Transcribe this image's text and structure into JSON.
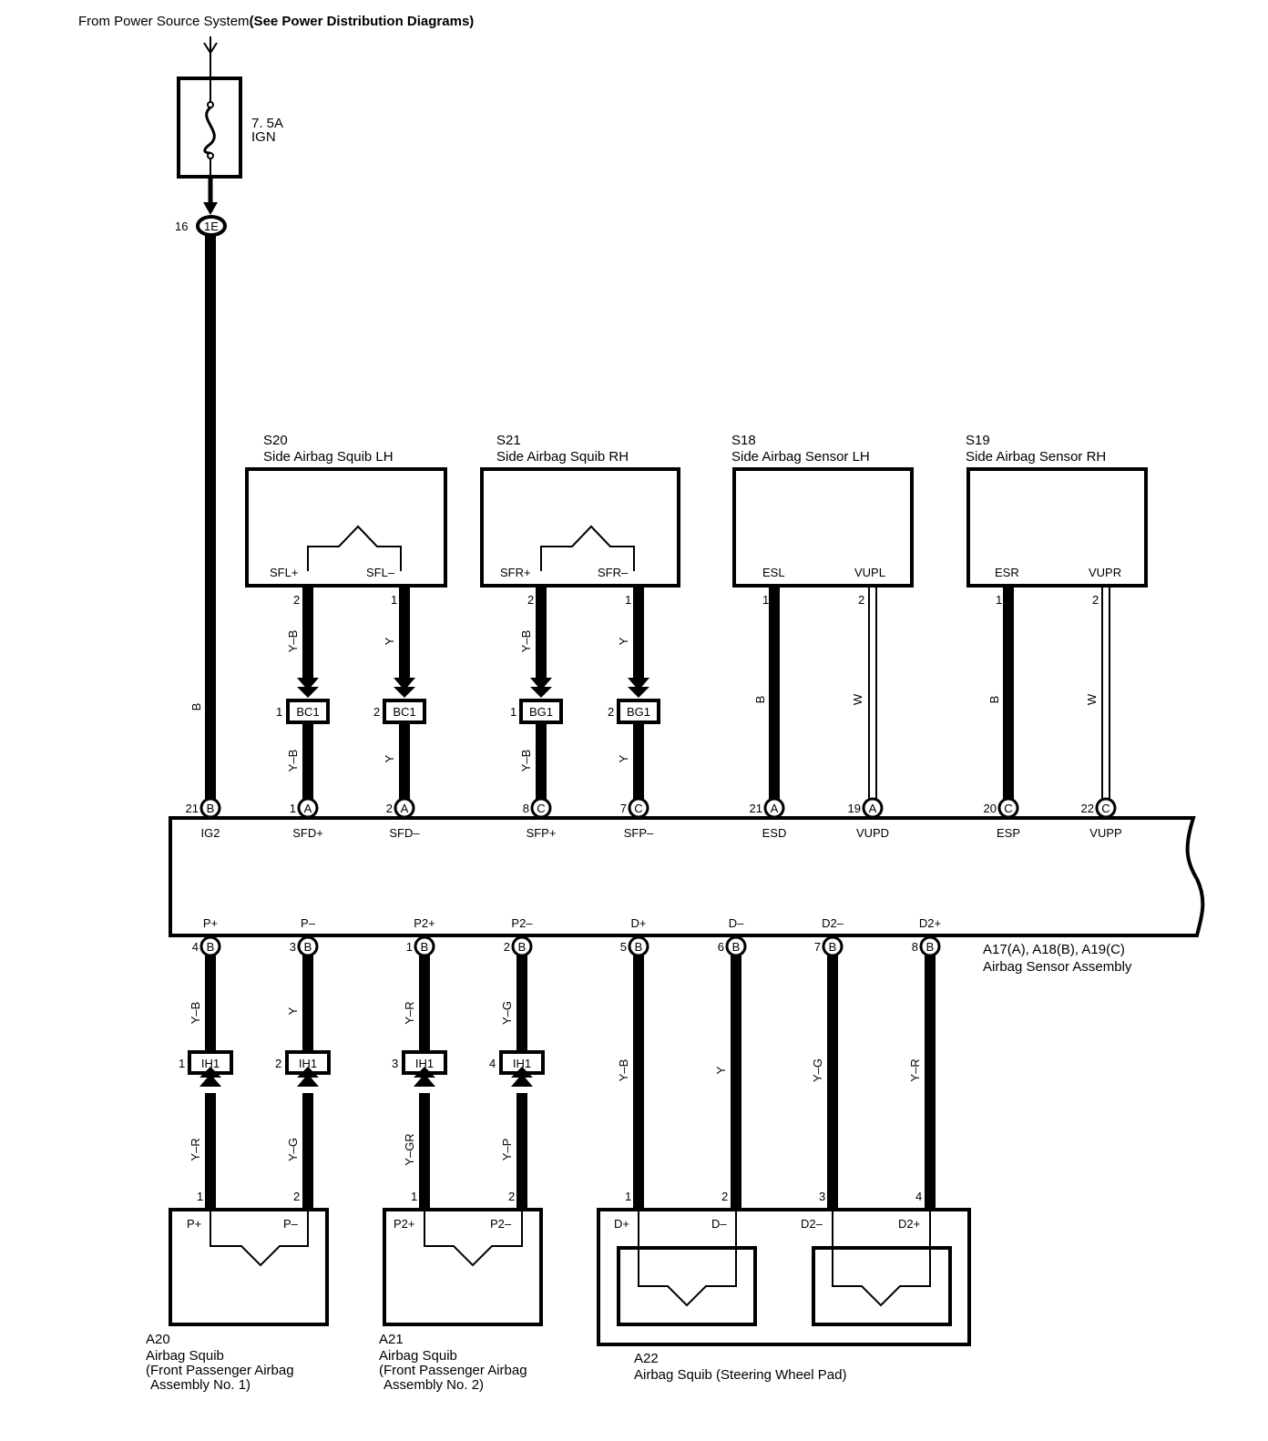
{
  "source": {
    "text": "From Power Source System",
    "note": "(See Power Distribution Diagrams)"
  },
  "fuse": {
    "rating": "7. 5A",
    "name": "IGN"
  },
  "ig_junction": {
    "pin": "16",
    "code": "1E",
    "wire": "B"
  },
  "top_components": [
    {
      "id": "S20",
      "name": "Side Airbag Squib LH",
      "pins": [
        {
          "label": "SFL+",
          "num": "2"
        },
        {
          "label": "SFL–",
          "num": "1"
        }
      ]
    },
    {
      "id": "S21",
      "name": "Side Airbag Squib RH",
      "pins": [
        {
          "label": "SFR+",
          "num": "2"
        },
        {
          "label": "SFR–",
          "num": "1"
        }
      ]
    },
    {
      "id": "S18",
      "name": "Side Airbag Sensor LH",
      "pins": [
        {
          "label": "ESL",
          "num": "1"
        },
        {
          "label": "VUPL",
          "num": "2"
        }
      ]
    },
    {
      "id": "S19",
      "name": "Side Airbag Sensor RH",
      "pins": [
        {
          "label": "ESR",
          "num": "1"
        },
        {
          "label": "VUPR",
          "num": "2"
        }
      ]
    }
  ],
  "top_wires": [
    {
      "upper": "Y–B",
      "lower": "Y–B",
      "conn": {
        "pin": "1",
        "code": "BC1"
      }
    },
    {
      "upper": "Y",
      "lower": "Y",
      "conn": {
        "pin": "2",
        "code": "BC1"
      }
    },
    {
      "upper": "Y–B",
      "lower": "Y–B",
      "conn": {
        "pin": "1",
        "code": "BG1"
      }
    },
    {
      "upper": "Y",
      "lower": "Y",
      "conn": {
        "pin": "2",
        "code": "BG1"
      }
    },
    {
      "upper": "B"
    },
    {
      "upper": "W"
    },
    {
      "upper": "B"
    },
    {
      "upper": "W"
    }
  ],
  "ecu": {
    "ids": "A17(A), A18(B), A19(C)",
    "name": "Airbag Sensor Assembly",
    "top_pins": [
      {
        "num": "21",
        "letter": "B",
        "label": "IG2"
      },
      {
        "num": "1",
        "letter": "A",
        "label": "SFD+"
      },
      {
        "num": "2",
        "letter": "A",
        "label": "SFD–"
      },
      {
        "num": "8",
        "letter": "C",
        "label": "SFP+"
      },
      {
        "num": "7",
        "letter": "C",
        "label": "SFP–"
      },
      {
        "num": "21",
        "letter": "A",
        "label": "ESD"
      },
      {
        "num": "19",
        "letter": "A",
        "label": "VUPD"
      },
      {
        "num": "20",
        "letter": "C",
        "label": "ESP"
      },
      {
        "num": "22",
        "letter": "C",
        "label": "VUPP"
      }
    ],
    "bottom_pins": [
      {
        "num": "4",
        "letter": "B",
        "label": "P+"
      },
      {
        "num": "3",
        "letter": "B",
        "label": "P–"
      },
      {
        "num": "1",
        "letter": "B",
        "label": "P2+"
      },
      {
        "num": "2",
        "letter": "B",
        "label": "P2–"
      },
      {
        "num": "5",
        "letter": "B",
        "label": "D+"
      },
      {
        "num": "6",
        "letter": "B",
        "label": "D–"
      },
      {
        "num": "7",
        "letter": "B",
        "label": "D2–"
      },
      {
        "num": "8",
        "letter": "B",
        "label": "D2+"
      }
    ]
  },
  "bottom_wires": [
    {
      "upper": "Y–B",
      "lower": "Y–R",
      "conn": {
        "pin": "1",
        "code": "IH1"
      },
      "end_pin": "1"
    },
    {
      "upper": "Y",
      "lower": "Y–G",
      "conn": {
        "pin": "2",
        "code": "IH1"
      },
      "end_pin": "2"
    },
    {
      "upper": "Y–R",
      "lower": "Y–GR",
      "conn": {
        "pin": "3",
        "code": "IH1"
      },
      "end_pin": "1"
    },
    {
      "upper": "Y–G",
      "lower": "Y–P",
      "conn": {
        "pin": "4",
        "code": "IH1"
      },
      "end_pin": "2"
    },
    {
      "upper": "Y–B",
      "end_pin": "1"
    },
    {
      "upper": "Y",
      "end_pin": "2"
    },
    {
      "upper": "Y–G",
      "end_pin": "3"
    },
    {
      "upper": "Y–R",
      "end_pin": "4"
    }
  ],
  "bottom_components": [
    {
      "id": "A20",
      "name": "Airbag Squib",
      "detail1": "(Front Passenger Airbag",
      "detail2": "Assembly No. 1)",
      "pins": [
        "P+",
        "P–"
      ]
    },
    {
      "id": "A21",
      "name": "Airbag Squib",
      "detail1": "(Front Passenger Airbag",
      "detail2": "Assembly No. 2)",
      "pins": [
        "P2+",
        "P2–"
      ]
    },
    {
      "id": "A22",
      "name": "Airbag Squib (Steering Wheel Pad)",
      "pins": [
        "D+",
        "D–",
        "D2–",
        "D2+"
      ]
    }
  ]
}
